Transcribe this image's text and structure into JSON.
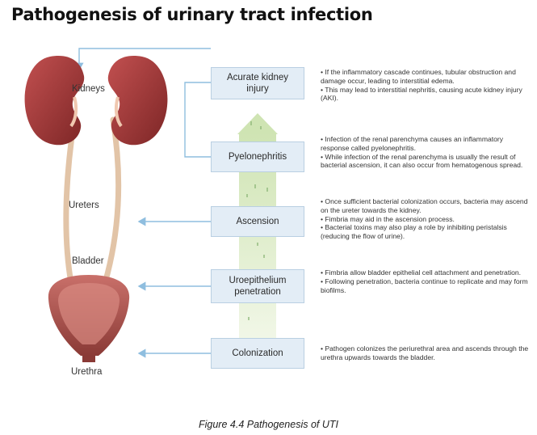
{
  "title": "Pathogenesis of urinary tract infection",
  "anatomy": {
    "kidneys": "Kidneys",
    "ureters": "Ureters",
    "bladder": "Bladder",
    "urethra": "Urethra"
  },
  "stages": [
    {
      "label": "Acurate kidney injury",
      "bullets": [
        "• If the inflammatory cascade continues, tubular obstruction and damage occur, leading to interstitial edema.",
        "• This may lead to interstitial nephritis, causing acute kidney injury (AKI)."
      ]
    },
    {
      "label": "Pyelonephritis",
      "bullets": [
        "• Infection of the renal parenchyma causes an inflammatory response called pyelonephritis.",
        "• While infection of the renal parenchyma is usually the result of bacterial ascension, it can also occur from hematogenous spread."
      ]
    },
    {
      "label": "Ascension",
      "bullets": [
        "• Once sufficient bacterial colonization occurs, bacteria may ascend on the ureter towards the kidney.",
        "• Fimbria may aid in the ascension process.",
        "• Bacterial toxins may also play a role by inhibiting peristalsis (reducing the flow of urine)."
      ]
    },
    {
      "label": "Uroepithelium penetration",
      "bullets": [
        "• Fimbria allow bladder epithelial cell attachment and penetration.",
        "• Following penetration, bacteria continue to replicate and may form biofilms."
      ]
    },
    {
      "label": "Colonization",
      "bullets": [
        "• Pathogen colonizes the periurethral area and ascends through the urethra upwards towards the bladder."
      ]
    }
  ],
  "caption": "Figure 4.4 Pathogenesis of UTI",
  "colors": {
    "kidney": "#a33a3a",
    "ureter": "#e6c9ad",
    "box_fill": "#e3edf6",
    "arrow_line": "#8fbedf",
    "progress_arrow": "#d9ecc0"
  }
}
